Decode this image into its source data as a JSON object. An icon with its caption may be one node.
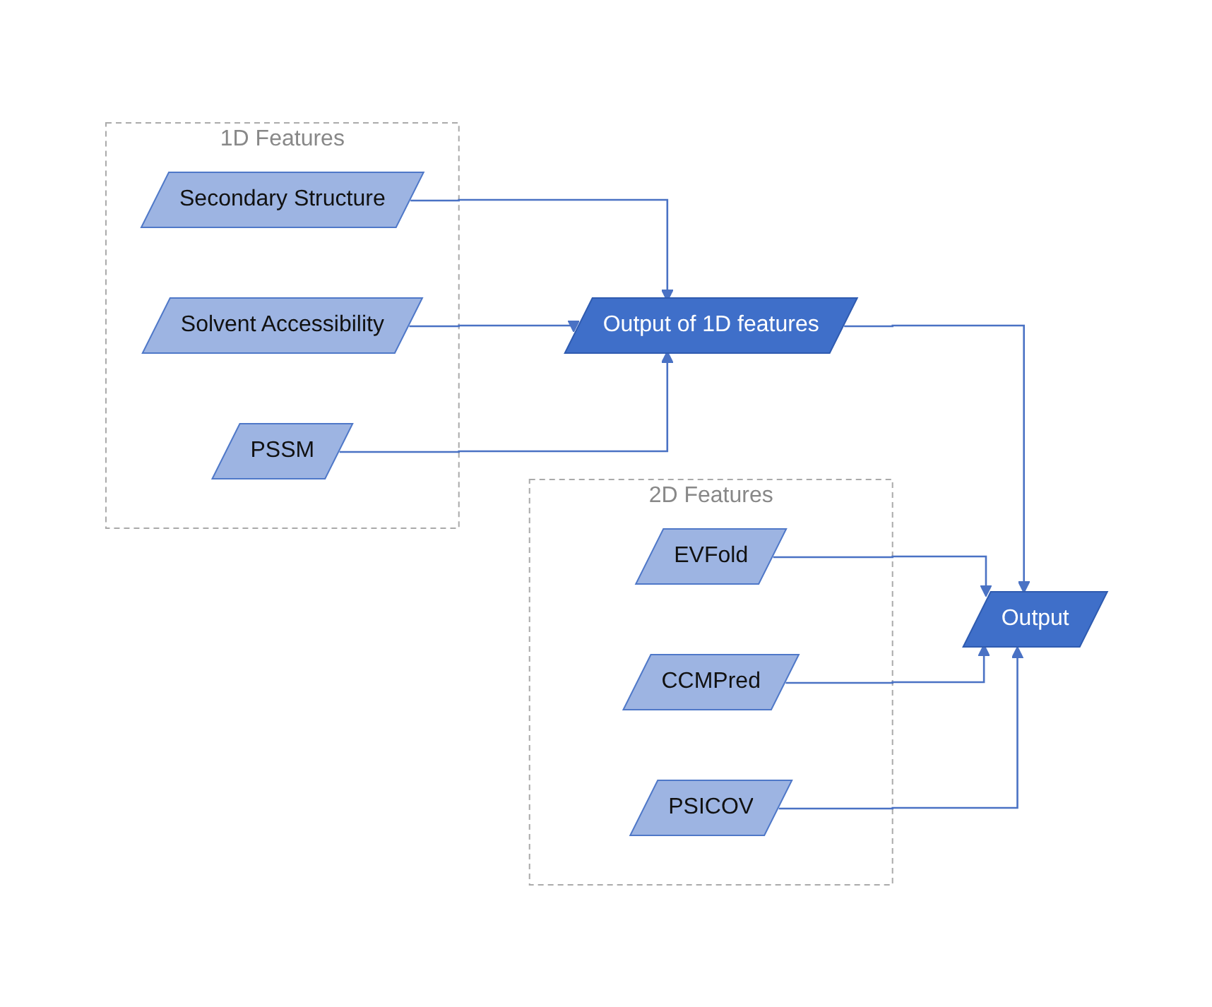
{
  "diagram": {
    "nodes": [
      {
        "text": [
          "1D Features"
        ]
      },
      {
        "text": [
          "Secondary Structure"
        ],
        "in": 0
      },
      {
        "text": [
          "Solvent Accessibility"
        ],
        "in": 0
      },
      {
        "text": [
          "PSSM"
        ],
        "in": 0
      },
      {
        "text": [
          "Output of 1D features"
        ]
      },
      {
        "text": [
          "2D Features"
        ]
      },
      {
        "text": [
          "EVFold"
        ],
        "in": 5
      },
      {
        "text": [
          "CCMPred"
        ],
        "in": 5
      },
      {
        "text": [
          "PSICOV"
        ],
        "in": 5
      },
      {
        "text": [
          "Output"
        ]
      }
    ],
    "edges": [
      {
        "from": 1,
        "to": 4,
        "arrow": "to"
      },
      {
        "from": 2,
        "to": 4,
        "arrow": "to"
      },
      {
        "from": 3,
        "to": 4,
        "arrow": "to"
      },
      {
        "from": 4,
        "to": 9,
        "arrow": "to"
      },
      {
        "from": 6,
        "to": 9,
        "arrow": "to"
      },
      {
        "from": 7,
        "to": 9,
        "arrow": "to"
      },
      {
        "from": 8,
        "to": 9,
        "arrow": "to"
      }
    ]
  }
}
